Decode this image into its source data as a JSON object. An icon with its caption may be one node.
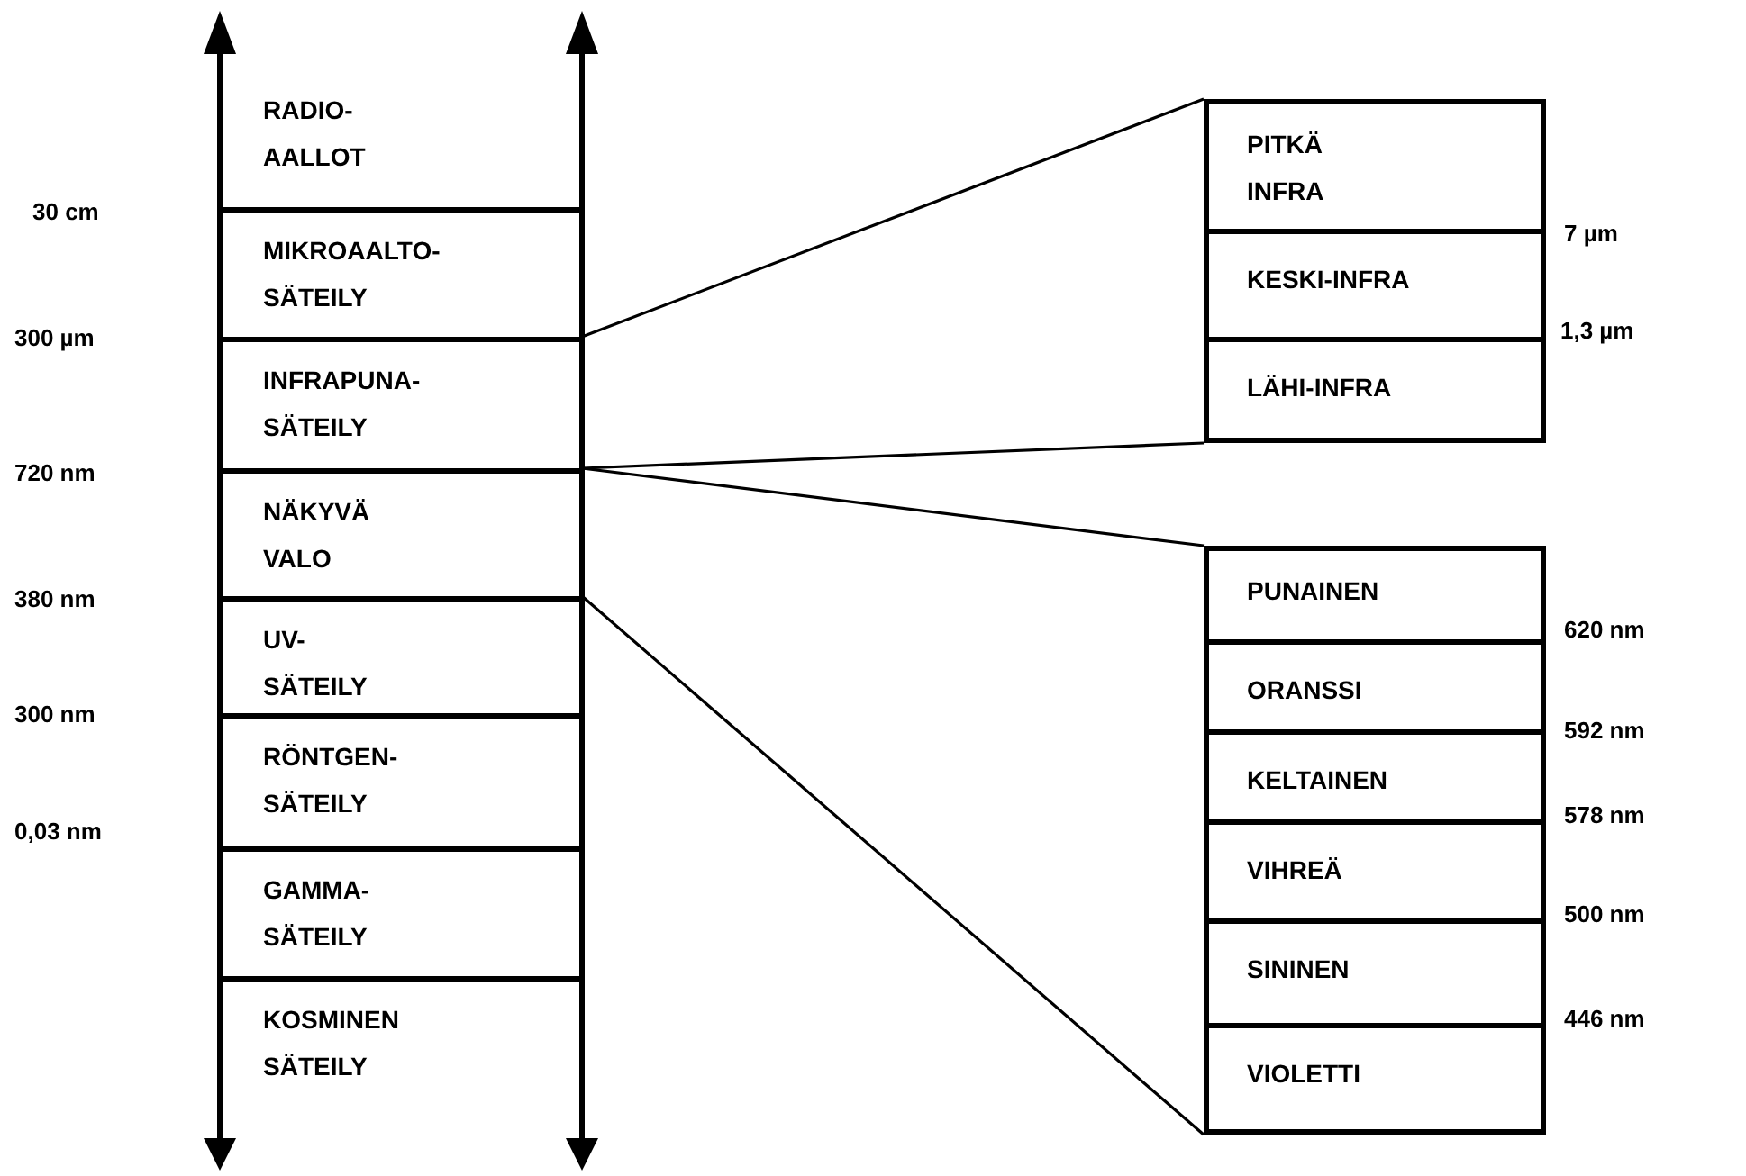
{
  "diagram": {
    "nodes": [
      {
        "text": [
          "RADIO- AALLOT"
        ]
      },
      {
        "text": [
          "MIKROAALTO- SÄTEILY"
        ]
      },
      {
        "text": [
          "INFRAPUNA- SÄTEILY"
        ]
      },
      {
        "text": [
          "NÄKYVÄ VALO"
        ]
      },
      {
        "text": [
          "UV- SÄTEILY"
        ]
      },
      {
        "text": [
          "RÖNTGEN- SÄTEILY"
        ]
      },
      {
        "text": [
          "GAMMA- SÄTEILY"
        ]
      },
      {
        "text": [
          "KOSMINEN SÄTEILY"
        ]
      },
      {
        "text": [],
        "shape": "box"
      },
      {
        "text": [
          "PITKÄ INFRA"
        ],
        "in": 8
      },
      {
        "text": [
          "KESKI-INFRA"
        ],
        "in": 8
      },
      {
        "text": [
          "LÄHI-INFRA"
        ],
        "in": 8
      },
      {
        "text": [],
        "shape": "box"
      },
      {
        "text": [
          "PUNAINEN"
        ],
        "in": 12
      },
      {
        "text": [
          "ORANSSI"
        ],
        "in": 12
      },
      {
        "text": [
          "KELTAINEN"
        ],
        "in": 12
      },
      {
        "text": [
          "VIHREÄ"
        ],
        "in": 12
      },
      {
        "text": [
          "SININEN"
        ],
        "in": 12
      },
      {
        "text": [
          "VIOLETTI"
        ],
        "in": 12
      }
    ],
    "edges": [
      {
        "from": 2,
        "to": 8,
        "arrow": "none"
      },
      {
        "from": 2,
        "to": 8,
        "arrow": "none"
      },
      {
        "from": 3,
        "to": 12,
        "arrow": "none"
      },
      {
        "from": 3,
        "to": 12,
        "arrow": "none"
      }
    ],
    "labels": [
      "30 cm",
      "300 µm",
      "720 nm",
      "380 nm",
      "300 nm",
      "0,03 nm",
      "7 µm",
      "1,3 µm",
      "620 nm",
      "592 nm",
      "578 nm",
      "500 nm",
      "446 nm"
    ]
  }
}
